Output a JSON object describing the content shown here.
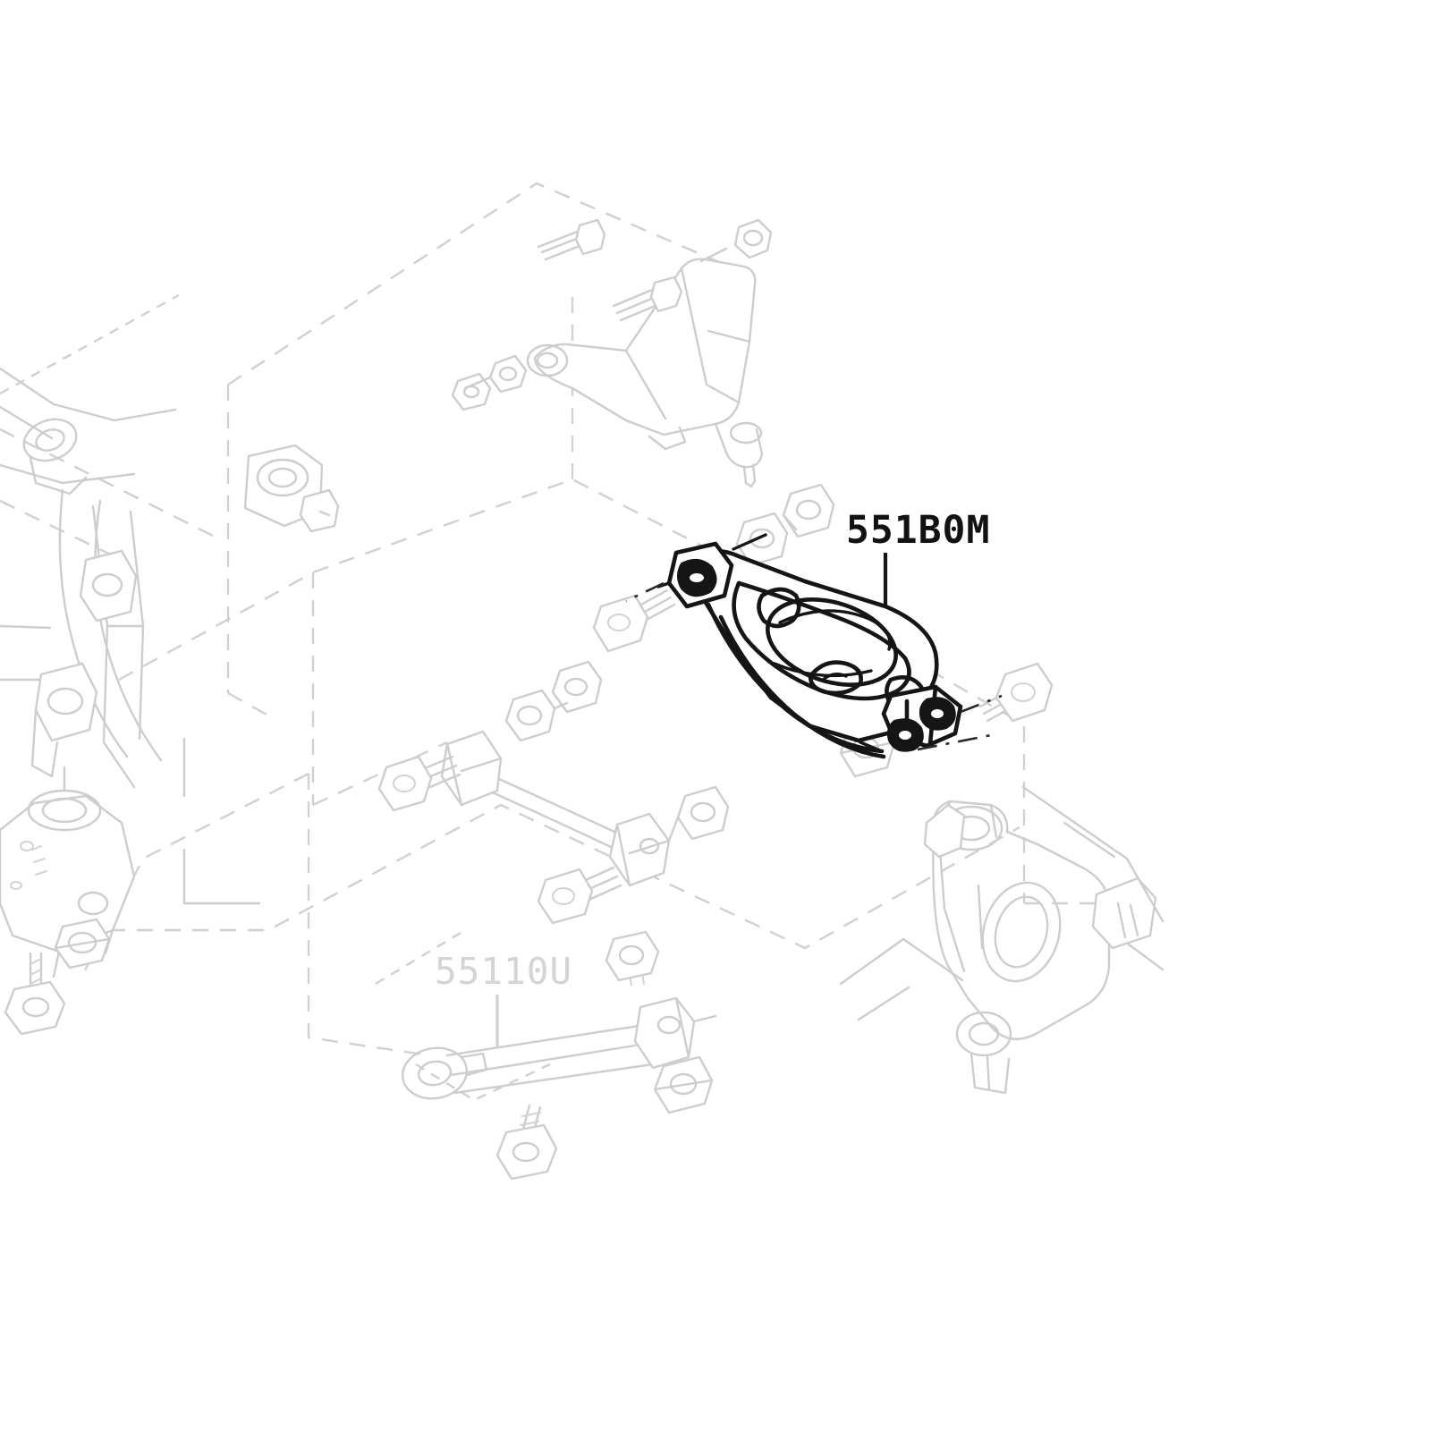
{
  "diagram": {
    "type": "automotive-exploded-parts-diagram",
    "subject": "Rear suspension — lower control arm / lateral links",
    "background_color": "#ffffff",
    "selected_color": "#151515",
    "faded_color": "#cdcdcd"
  },
  "callouts": [
    {
      "id": "primary",
      "part_number": "551B0M",
      "state": "selected",
      "color": "#121212",
      "target": "rear-lower-control-arm"
    },
    {
      "id": "secondary",
      "part_number": "55110U",
      "state": "faded",
      "color": "#d4d4d4",
      "target": "rear-lateral-link"
    }
  ],
  "components": [
    {
      "name": "rear-lower-control-arm",
      "state": "selected"
    },
    {
      "name": "rear-upper-control-arm",
      "state": "faded"
    },
    {
      "name": "rear-lateral-link",
      "state": "faded"
    },
    {
      "name": "rear-trailing-link",
      "state": "faded"
    },
    {
      "name": "rear-knuckle-hub-carrier",
      "state": "faded"
    },
    {
      "name": "rear-subframe-bracket",
      "state": "faded"
    },
    {
      "name": "mounting-bolts-and-nuts",
      "state": "faded"
    }
  ]
}
